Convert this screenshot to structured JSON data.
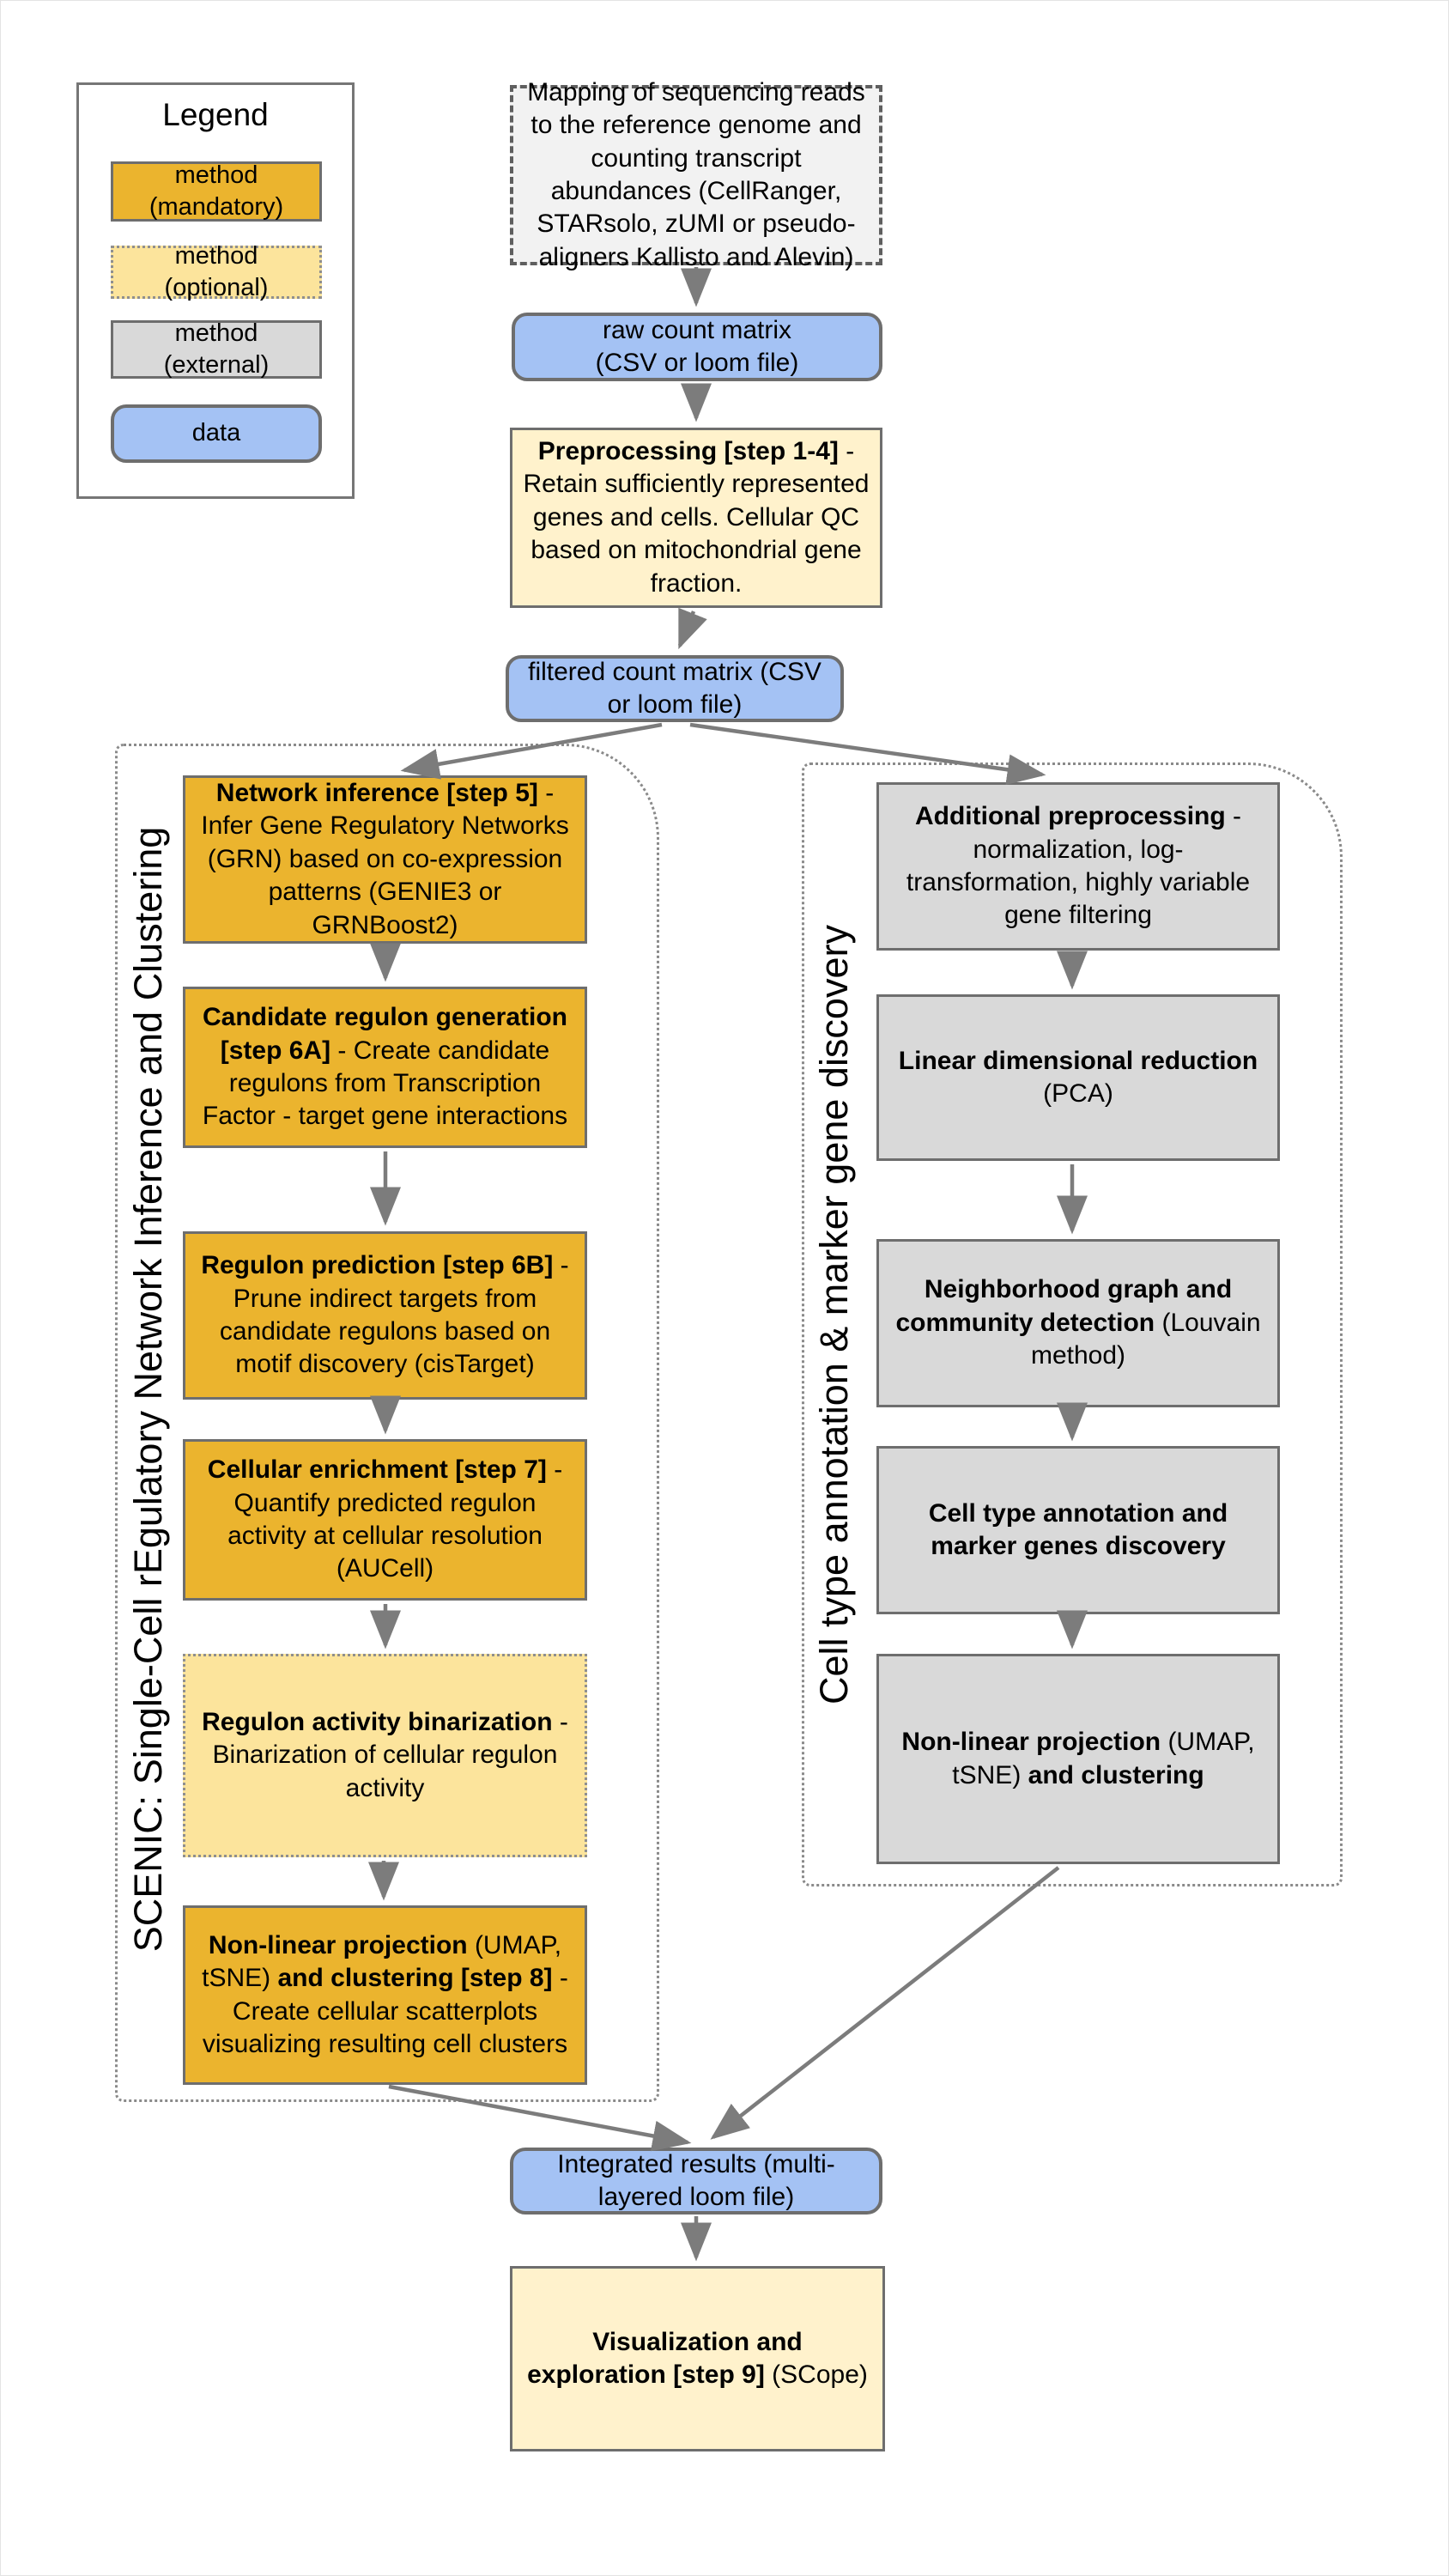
{
  "legend": {
    "title": "Legend",
    "mandatory_label": "method (mandatory)",
    "optional_label": "method (optional)",
    "external_label": "method (external)",
    "data_label": "data"
  },
  "side_labels": {
    "left": "SCENIC: Single-Cell rEgulatory Network Inference and Clustering",
    "right": "Cell type annotation & marker gene discovery"
  },
  "flow": {
    "mapping": {
      "segments": [
        {
          "t": "Mapping of sequencing reads to the reference genome and counting transcript abundances (CellRanger, STARsolo, zUMI or pseudo-aligners Kallisto and Alevin)",
          "b": false
        }
      ]
    },
    "raw_matrix": {
      "segments": [
        {
          "t": "raw count matrix (CSV or loom file)",
          "b": false
        }
      ]
    },
    "preprocessing": {
      "segments": [
        {
          "t": "Preprocessing [step 1-4]",
          "b": true
        },
        {
          "t": " - Retain sufficiently represented genes and cells. Cellular QC based on mitochondrial gene fraction.",
          "b": false
        }
      ]
    },
    "filtered_matrix": {
      "segments": [
        {
          "t": "filtered count matrix (CSV or loom file)",
          "b": false
        }
      ]
    },
    "network_inference": {
      "segments": [
        {
          "t": "Network inference [step 5]",
          "b": true
        },
        {
          "t": " - Infer Gene Regulatory Networks (GRN) based on co-expression patterns (GENIE3 or GRNBoost2)",
          "b": false
        }
      ]
    },
    "candidate_regulon": {
      "segments": [
        {
          "t": "Candidate regulon generation [step 6A]",
          "b": true
        },
        {
          "t": " - Create candidate regulons from Transcription Factor - target gene interactions",
          "b": false
        }
      ]
    },
    "regulon_prediction": {
      "segments": [
        {
          "t": "Regulon prediction [step 6B]",
          "b": true
        },
        {
          "t": " - Prune indirect targets from candidate regulons based on motif discovery (cisTarget)",
          "b": false
        }
      ]
    },
    "cellular_enrichment": {
      "segments": [
        {
          "t": "Cellular enrichment [step 7]",
          "b": true
        },
        {
          "t": " - Quantify predicted regulon activity at cellular resolution (AUCell)",
          "b": false
        }
      ]
    },
    "binarization": {
      "segments": [
        {
          "t": "Regulon activity binarization",
          "b": true
        },
        {
          "t": " - Binarization of cellular regulon activity",
          "b": false
        }
      ]
    },
    "nonlinear_left": {
      "segments": [
        {
          "t": "Non-linear projection",
          "b": true
        },
        {
          "t": " (UMAP, tSNE) ",
          "b": false
        },
        {
          "t": "and clustering [step 8]",
          "b": true
        },
        {
          "t": " - Create cellular scatterplots visualizing resulting cell clusters",
          "b": false
        }
      ]
    },
    "additional_preprocessing": {
      "segments": [
        {
          "t": "Additional preprocessing",
          "b": true
        },
        {
          "t": " - normalization, log-transformation, highly variable gene filtering",
          "b": false
        }
      ]
    },
    "linear_dim_reduction": {
      "segments": [
        {
          "t": "Linear dimensional reduction",
          "b": true
        },
        {
          "t": " (PCA)",
          "b": false
        }
      ]
    },
    "neighborhood_graph": {
      "segments": [
        {
          "t": "Neighborhood graph and community detection",
          "b": true
        },
        {
          "t": " (Louvain method)",
          "b": false
        }
      ]
    },
    "cell_type_annotation": {
      "segments": [
        {
          "t": "Cell type annotation and marker genes discovery",
          "b": true
        }
      ]
    },
    "nonlinear_right": {
      "segments": [
        {
          "t": "Non-linear projection",
          "b": true
        },
        {
          "t": " (UMAP, tSNE) ",
          "b": false
        },
        {
          "t": "and clustering",
          "b": true
        }
      ]
    },
    "integrated_results": {
      "segments": [
        {
          "t": "Integrated results (multi-layered loom file)",
          "b": false
        }
      ]
    },
    "visualization": {
      "segments": [
        {
          "t": "Visualization and exploration [step 9]",
          "b": true
        },
        {
          "t": " (SCope)",
          "b": false
        }
      ]
    }
  },
  "colors": {
    "method_mandatory": "#EBB42E",
    "method_optional": "#FCE49C",
    "method_optional_solid": "#FFF2CC",
    "method_external": "#D9D9D9",
    "method_external_dashed": "#F2F2F2",
    "data_fill": "#A4C2F4",
    "arrow": "#7C7C7C",
    "border_solid": "#6e6e6e",
    "border_dotted": "#8a8a8a"
  }
}
